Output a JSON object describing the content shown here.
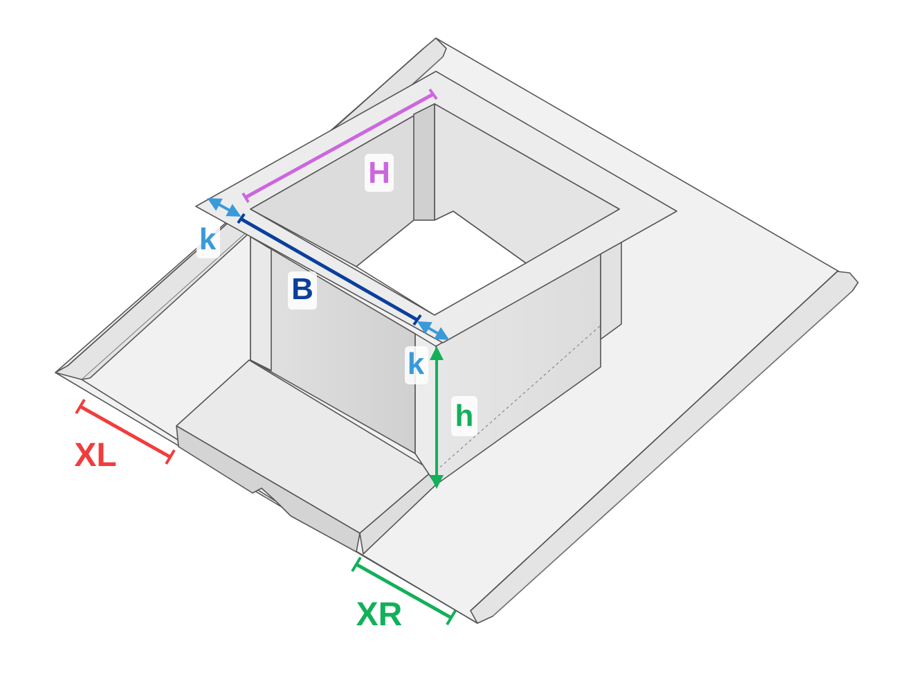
{
  "diagram": {
    "labels": {
      "H": "H",
      "B": "B",
      "k_top": "k",
      "k_front": "k",
      "h": "h",
      "XL": "XL",
      "XR": "XR"
    },
    "colors": {
      "H": "#cc66e0",
      "B": "#0a3f9c",
      "k": "#3a9ad9",
      "h": "#12b05a",
      "XL": "#f23c3c",
      "XR": "#12b05a",
      "sheet": "#efefef",
      "sheet_dark": "#d6d6d6",
      "outline": "#555555"
    }
  }
}
